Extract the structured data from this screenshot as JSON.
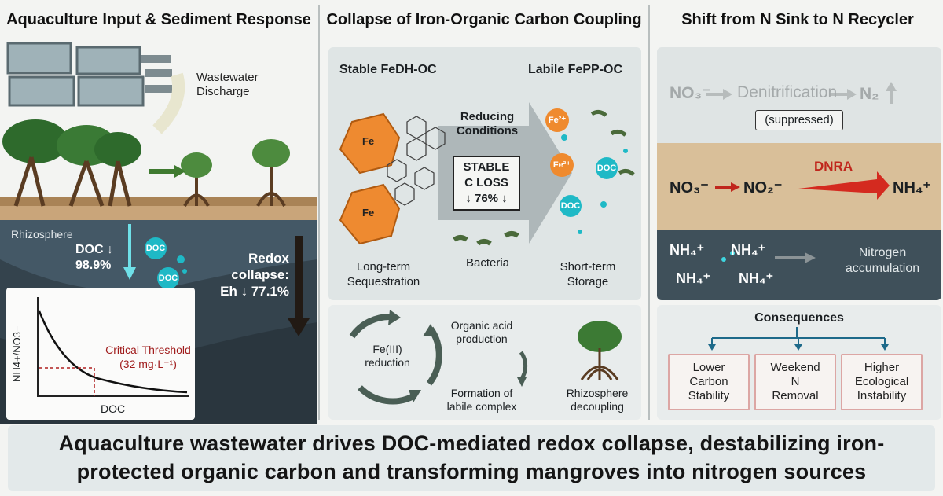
{
  "panel1": {
    "title": "Aquaculture Input & Sediment Response",
    "discharge_label": [
      "Wastewater",
      "Discharge"
    ],
    "rhizosphere_label": "Rhizosphere",
    "doc_stat": [
      "DOC ↓",
      "98.9%"
    ],
    "doc_particle": "DOC",
    "redox_label": [
      "Redox",
      "collapse:",
      "Eh ↓ 77.1%"
    ],
    "chart_data": {
      "type": "line",
      "title": "",
      "xlabel": "DOC",
      "ylabel": "NH4+/NO3−",
      "annotation": [
        "Critical Threshold",
        "(32 mg·L⁻¹)"
      ],
      "curve": "decreasing"
    }
  },
  "panel2": {
    "title": "Collapse of Iron-Organic Carbon Coupling",
    "stable_title": "Stable FeDH-OC",
    "labile_title": "Labile FePP-OC",
    "fe_label": "Fe",
    "fe2_label": "Fe²⁺",
    "doc_label": "DOC",
    "reducing": [
      "Reducing",
      "Conditions"
    ],
    "loss_box": [
      "STABLE",
      "C LOSS",
      "↓ 76% ↓"
    ],
    "bacteria_label": "Bacteria",
    "long_term": [
      "Long-term",
      "Sequestration"
    ],
    "short_term": [
      "Short-term",
      "Storage"
    ],
    "cycle": {
      "fe_reduction": [
        "Fe(III)",
        "reduction"
      ],
      "organic_acid": [
        "Organic acid",
        "production"
      ],
      "formation": [
        "Formation of",
        "labile complex"
      ],
      "rhizo": [
        "Rhizosphere",
        "decoupling"
      ]
    }
  },
  "panel3": {
    "title": "Shift from N Sink to N Recycler",
    "denit_row": {
      "no3": "NO₃⁻",
      "process": "Denitrification",
      "n2": "N₂",
      "suppressed": "(suppressed)"
    },
    "dnra_row": {
      "no3": "NO₃⁻",
      "no2": "NO₂⁻",
      "label": "DNRA",
      "nh4": "NH₄⁺"
    },
    "accum_row": {
      "nh4": "NH₄⁺",
      "label": [
        "Nitrogen",
        "accumulation"
      ]
    },
    "consequences_title": "Consequences",
    "consequences": [
      [
        "Lower",
        "Carbon",
        "Stability"
      ],
      [
        "Weekend",
        "N",
        "Removal"
      ],
      [
        "Higher",
        "Ecological",
        "Instability"
      ]
    ]
  },
  "footer": [
    "Aquaculture wastewater drives DOC-mediated redox collapse, destabilizing iron-",
    "protected organic carbon and transforming mangroves into nitrogen sources"
  ],
  "colors": {
    "doc": "#1fb9c6",
    "fe": "#ef8a2e",
    "dnra": "#d42a1f",
    "sediment": "#3a4a55",
    "threshold": "#a01c1c"
  }
}
